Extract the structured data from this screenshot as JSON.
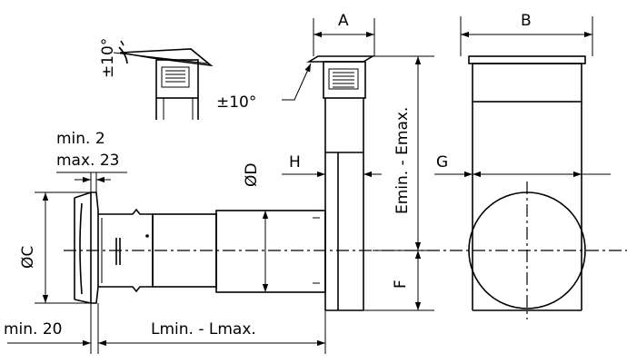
{
  "labels": {
    "A": "A",
    "B": "B",
    "G": "G",
    "H": "H",
    "F": "F",
    "diameter_d": "ØD",
    "diameter_c": "ØC",
    "angle_top": "±10°",
    "angle_mid": "±10°",
    "min_2": "min. 2",
    "max_23": "max. 23",
    "min_20": "min. 20",
    "e_range": "Emin. - Emax.",
    "l_range": "Lmin. - Lmax."
  },
  "colors": {
    "line": "#000000",
    "background": "#ffffff"
  }
}
